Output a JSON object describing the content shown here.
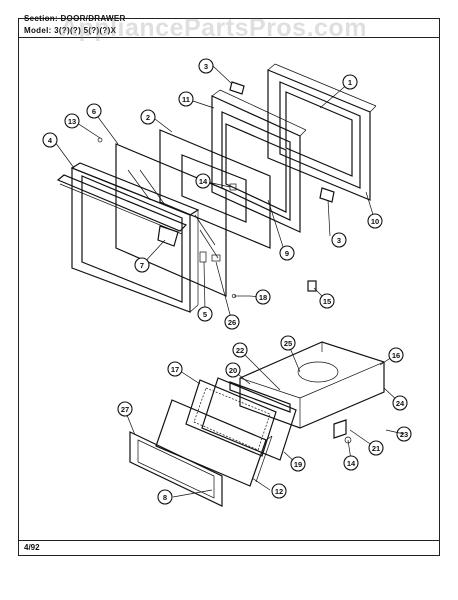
{
  "header": {
    "section_line": "Section: DOOR/DRAWER",
    "model_line": "Model: 3(?)(?) 5(?)(?)X"
  },
  "watermark": "AppliancePartsPros.com",
  "footer": {
    "date": "4/92"
  },
  "callouts": [
    {
      "id": "c1",
      "label": "1"
    },
    {
      "id": "c2",
      "label": "2"
    },
    {
      "id": "c3a",
      "label": "3"
    },
    {
      "id": "c3b",
      "label": "3"
    },
    {
      "id": "c4",
      "label": "4"
    },
    {
      "id": "c5",
      "label": "5"
    },
    {
      "id": "c6",
      "label": "6"
    },
    {
      "id": "c7",
      "label": "7"
    },
    {
      "id": "c8",
      "label": "8"
    },
    {
      "id": "c9",
      "label": "9"
    },
    {
      "id": "c10",
      "label": "10"
    },
    {
      "id": "c11",
      "label": "11"
    },
    {
      "id": "c12",
      "label": "12"
    },
    {
      "id": "c13",
      "label": "13"
    },
    {
      "id": "c14a",
      "label": "14"
    },
    {
      "id": "c14b",
      "label": "14"
    },
    {
      "id": "c15",
      "label": "15"
    },
    {
      "id": "c16",
      "label": "16"
    },
    {
      "id": "c17",
      "label": "17"
    },
    {
      "id": "c18",
      "label": "18"
    },
    {
      "id": "c19",
      "label": "19"
    },
    {
      "id": "c20",
      "label": "20"
    },
    {
      "id": "c21",
      "label": "21"
    },
    {
      "id": "c22",
      "label": "22"
    },
    {
      "id": "c23",
      "label": "23"
    },
    {
      "id": "c24",
      "label": "24"
    },
    {
      "id": "c25",
      "label": "25"
    },
    {
      "id": "c26",
      "label": "26"
    },
    {
      "id": "c27",
      "label": "27"
    }
  ]
}
